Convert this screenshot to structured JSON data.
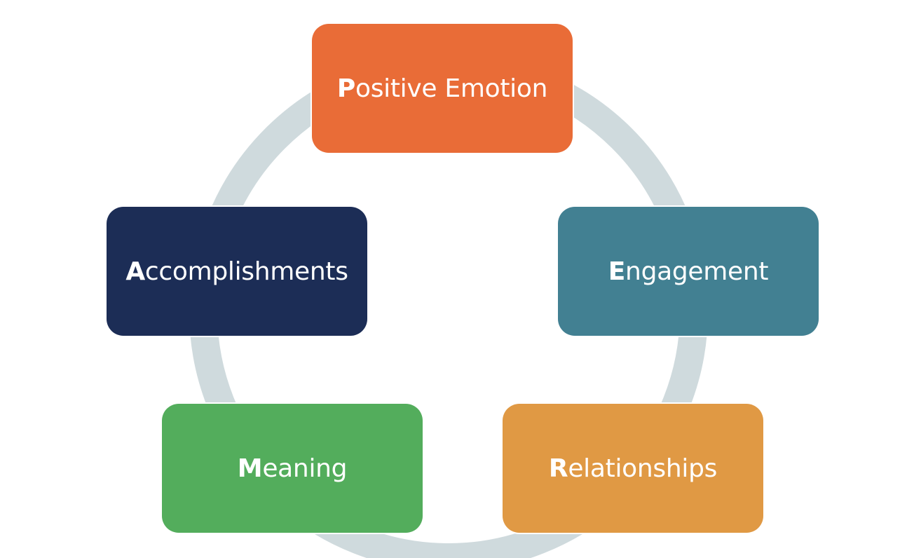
{
  "diagram": {
    "ring_color": "#cfdadd",
    "nodes": [
      {
        "id": "p",
        "initial": "P",
        "rest": "ositive Emotion",
        "color": "#e96c37"
      },
      {
        "id": "e",
        "initial": "E",
        "rest": "ngagement",
        "color": "#428092"
      },
      {
        "id": "r",
        "initial": "R",
        "rest": "elationships",
        "color": "#e09944"
      },
      {
        "id": "m",
        "initial": "M",
        "rest": "eaning",
        "color": "#53ad5c"
      },
      {
        "id": "a",
        "initial": "A",
        "rest": "ccomplishments",
        "color": "#1c2d56"
      }
    ]
  }
}
